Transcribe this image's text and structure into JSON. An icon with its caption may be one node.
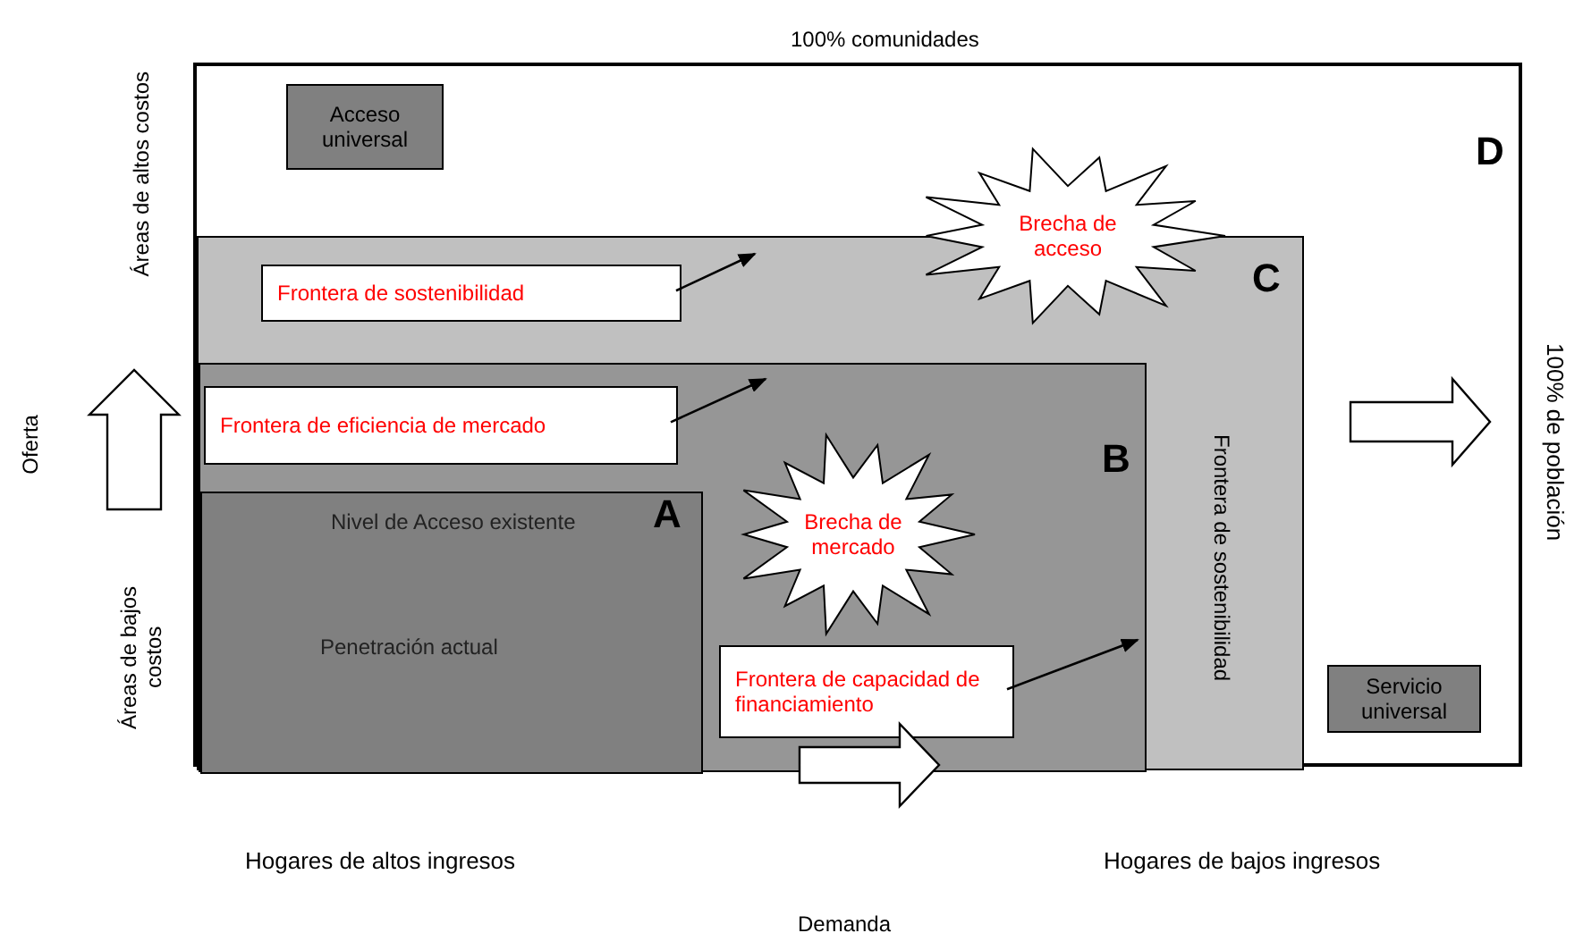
{
  "diagram": {
    "nodes": [
      {
        "text": [
          "D"
        ]
      },
      {
        "text": [
          "C",
          "Frontera de sostenibilidad"
        ],
        "in": 0
      },
      {
        "text": [
          "B"
        ],
        "in": 1
      },
      {
        "text": [
          "Nivel de Acceso existente",
          "A",
          "Penetración actual"
        ],
        "in": 2
      },
      {
        "text": [
          "Acceso universal"
        ],
        "in": 0
      },
      {
        "text": [
          "Frontera de sostenibilidad"
        ],
        "in": 1
      },
      {
        "text": [
          "Brecha de acceso"
        ],
        "in": 0
      },
      {
        "text": [
          "Frontera de eficiencia de mercado"
        ],
        "in": 2
      },
      {
        "text": [
          "Brecha de mercado"
        ],
        "in": 2
      },
      {
        "text": [
          "Frontera de capacidad de financiamiento"
        ],
        "in": 2
      },
      {
        "text": [
          "Servicio universal"
        ],
        "in": 0
      }
    ],
    "edges": [
      {
        "from": 5,
        "to": null,
        "arrow": "to"
      },
      {
        "from": 7,
        "to": null,
        "arrow": "to"
      },
      {
        "from": 9,
        "to": null,
        "arrow": "to"
      }
    ],
    "labels": [
      "100% comunidades",
      "Áreas de altos costos",
      "Oferta",
      "Áreas de bajos costos",
      "100% de población",
      "Hogares de altos ingresos",
      "Hogares de bajos ingresos",
      "Demanda"
    ]
  }
}
